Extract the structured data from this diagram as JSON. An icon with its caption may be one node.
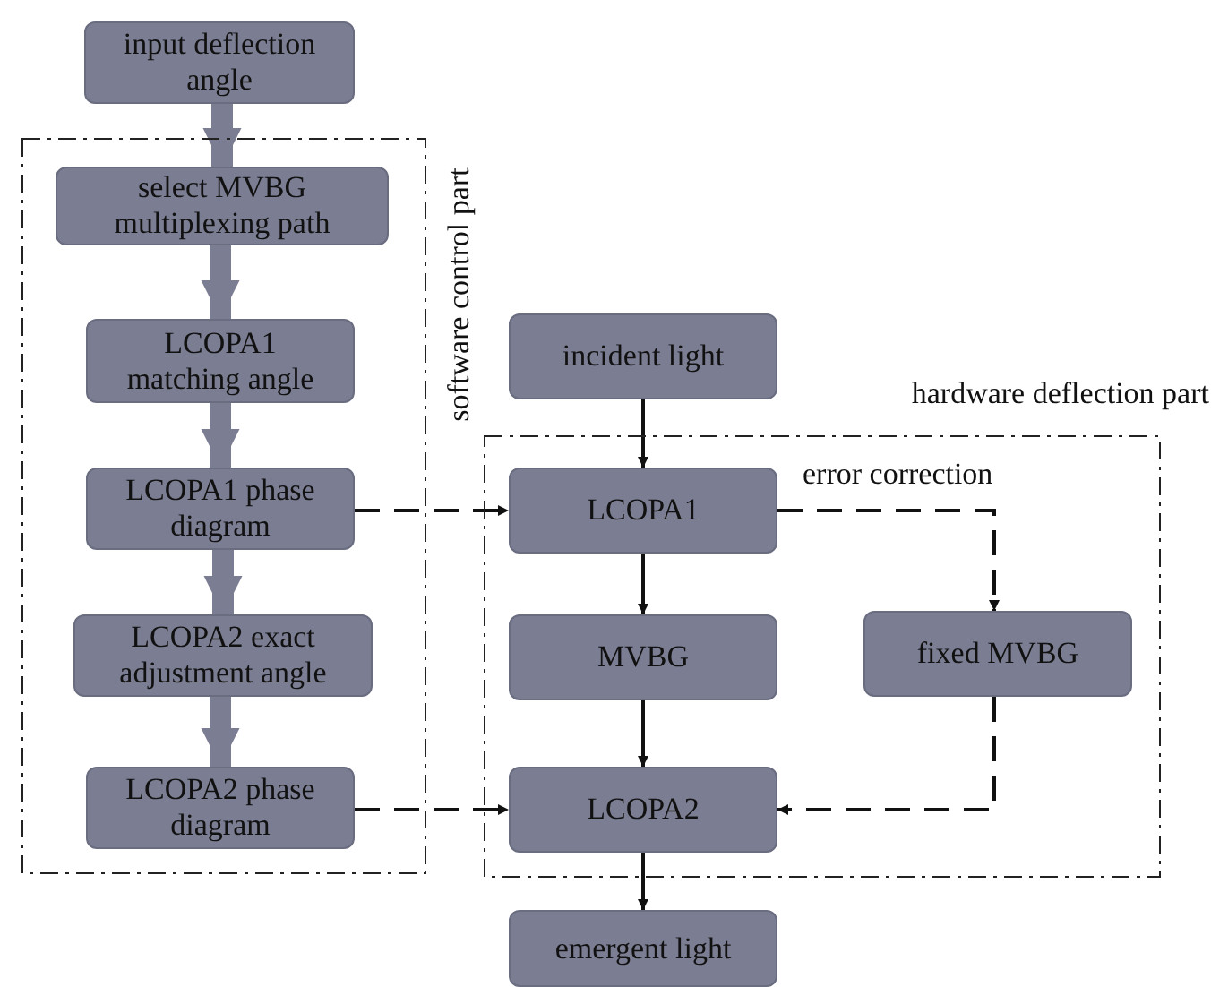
{
  "diagram": {
    "nodes": [
      {
        "text": [
          "input deflection angle"
        ]
      },
      {
        "text": [
          "software control part"
        ]
      },
      {
        "text": [
          "select MVBG multiplexing path"
        ],
        "in": 1
      },
      {
        "text": [
          "LCOPA1 matching angle"
        ],
        "in": 1
      },
      {
        "text": [
          "LCOPA1 phase diagram"
        ],
        "in": 1
      },
      {
        "text": [
          "LCOPA2 exact adjustment angle"
        ],
        "in": 1
      },
      {
        "text": [
          "LCOPA2 phase diagram"
        ],
        "in": 1
      },
      {
        "text": [
          "incident light"
        ]
      },
      {
        "text": [
          "hardware deflection part"
        ]
      },
      {
        "text": [
          "LCOPA1"
        ],
        "in": 8
      },
      {
        "text": [
          "MVBG"
        ],
        "in": 8
      },
      {
        "text": [
          "fixed MVBG"
        ],
        "in": 8
      },
      {
        "text": [
          "LCOPA2"
        ],
        "in": 8
      },
      {
        "text": [
          "emergent light"
        ]
      }
    ],
    "edges": [
      {
        "from": 0,
        "to": 2,
        "arrow": "to",
        "style": "thick",
        "color": "#7b7e93"
      },
      {
        "from": 2,
        "to": 3,
        "arrow": "to",
        "style": "thick",
        "color": "#7b7e93"
      },
      {
        "from": 3,
        "to": 4,
        "arrow": "to",
        "style": "thick",
        "color": "#7b7e93"
      },
      {
        "from": 4,
        "to": 5,
        "arrow": "to",
        "style": "thick",
        "color": "#7b7e93"
      },
      {
        "from": 5,
        "to": 6,
        "arrow": "to",
        "style": "thick",
        "color": "#7b7e93"
      },
      {
        "from": 4,
        "to": 9,
        "arrow": "to",
        "style": "dashed"
      },
      {
        "from": 6,
        "to": 12,
        "arrow": "to",
        "style": "dashed"
      },
      {
        "from": 7,
        "to": 9,
        "arrow": "to"
      },
      {
        "from": 9,
        "to": 10,
        "arrow": "to"
      },
      {
        "from": 10,
        "to": 12,
        "arrow": "to"
      },
      {
        "from": 12,
        "to": 13,
        "arrow": "to"
      },
      {
        "from": 9,
        "to": 11,
        "arrow": "to",
        "style": "dashed",
        "label": "error correction"
      },
      {
        "from": 11,
        "to": 12,
        "arrow": "to",
        "style": "dashed"
      }
    ]
  }
}
